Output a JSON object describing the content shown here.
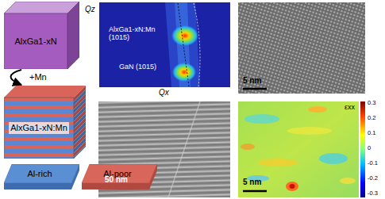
{
  "diagram": {
    "nodes": [
      {
        "text": [
          "AlxGa1-xN"
        ]
      },
      {
        "text": [
          "AlxGa1-xN:Mn"
        ]
      },
      {
        "text": [
          "Al-rich"
        ]
      },
      {
        "text": [
          "Al-poor"
        ]
      }
    ],
    "edges": [
      {
        "from": 0,
        "to": 1,
        "label": "+Mn",
        "arrow": "to"
      }
    ],
    "labels": [
      "Qz",
      "Qx",
      "AlxGa1-xN:Mn (1015)",
      "GaN (1015)",
      "5 nm",
      "50 nm",
      "5 nm",
      "εxx",
      "0.3",
      "0.2",
      "0.1",
      "0",
      "-0.1",
      "-0.2",
      "-0.3"
    ]
  }
}
